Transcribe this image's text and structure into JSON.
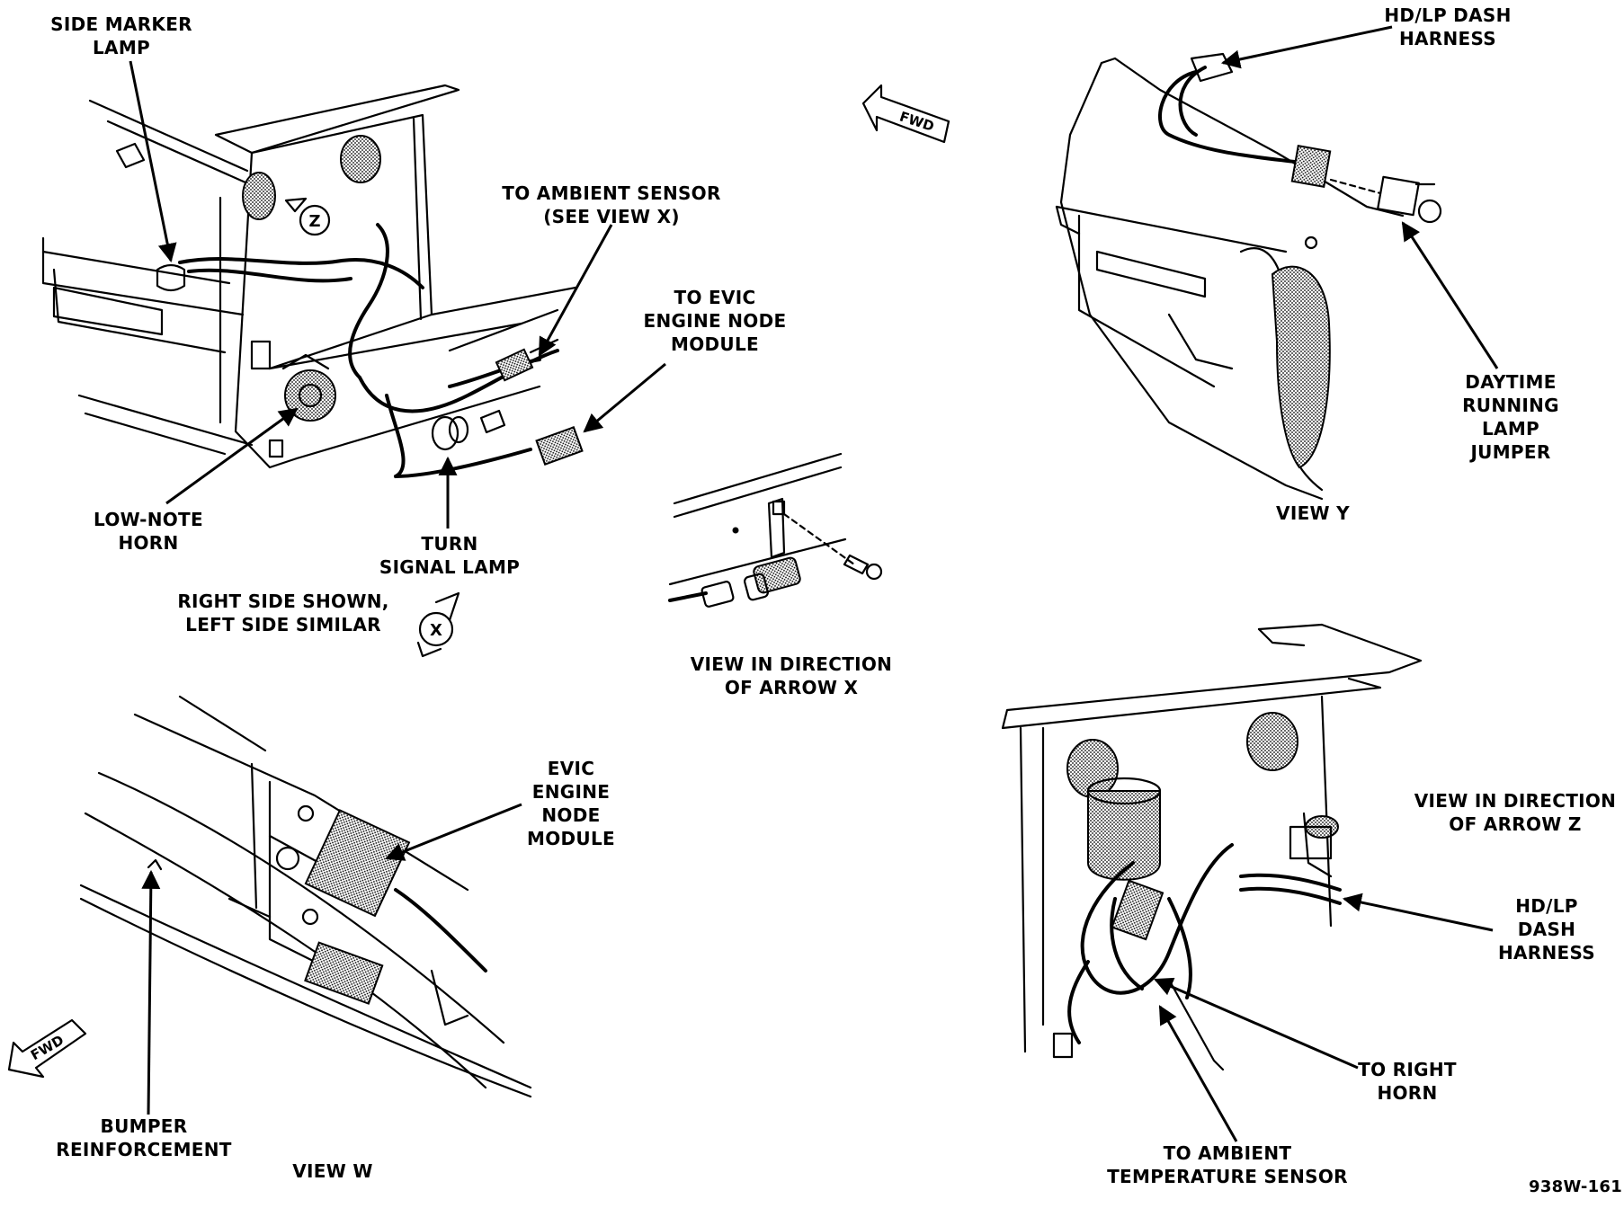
{
  "labels": {
    "side_marker_lamp": [
      "SIDE MARKER",
      "LAMP"
    ],
    "to_ambient_sensor": [
      "TO AMBIENT SENSOR",
      "(SEE VIEW X)"
    ],
    "to_evic_module": [
      "TO EVIC",
      "ENGINE NODE",
      "MODULE"
    ],
    "low_note_horn": [
      "LOW-NOTE",
      "HORN"
    ],
    "turn_signal_lamp": [
      "TURN",
      "SIGNAL LAMP"
    ],
    "right_side_shown": [
      "RIGHT SIDE SHOWN,",
      "LEFT SIDE SIMILAR"
    ],
    "view_arrow_x": [
      "VIEW IN DIRECTION",
      "OF ARROW X"
    ],
    "hd_lp_dash_harness_top": [
      "HD/LP DASH",
      "HARNESS"
    ],
    "daytime_running_lamp_jumper": [
      "DAYTIME",
      "RUNNING",
      "LAMP",
      "JUMPER"
    ],
    "view_y": "VIEW Y",
    "evic_engine_node_module": [
      "EVIC",
      "ENGINE",
      "NODE",
      "MODULE"
    ],
    "bumper_reinforcement": [
      "BUMPER",
      "REINFORCEMENT"
    ],
    "view_w": "VIEW W",
    "view_arrow_z": [
      "VIEW IN DIRECTION",
      "OF ARROW Z"
    ],
    "hd_lp_dash_harness_right": [
      "HD/LP",
      "DASH",
      "HARNESS"
    ],
    "to_right_horn": [
      "TO RIGHT",
      "HORN"
    ],
    "to_ambient_temp_sensor": [
      "TO AMBIENT",
      "TEMPERATURE SENSOR"
    ],
    "figure_id": "938W-161"
  },
  "callouts": {
    "fwd_arrow_top": "FWD",
    "fwd_arrow_bottom": "FWD",
    "view_marker_z": "Z",
    "view_marker_x": "X"
  }
}
